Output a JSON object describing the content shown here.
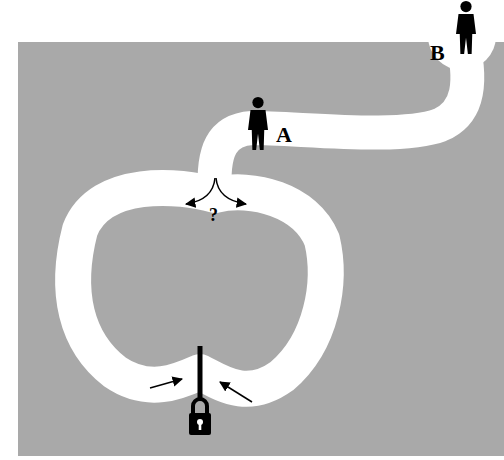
{
  "diagram": {
    "labels": [
      "B",
      "A",
      "?"
    ]
  }
}
